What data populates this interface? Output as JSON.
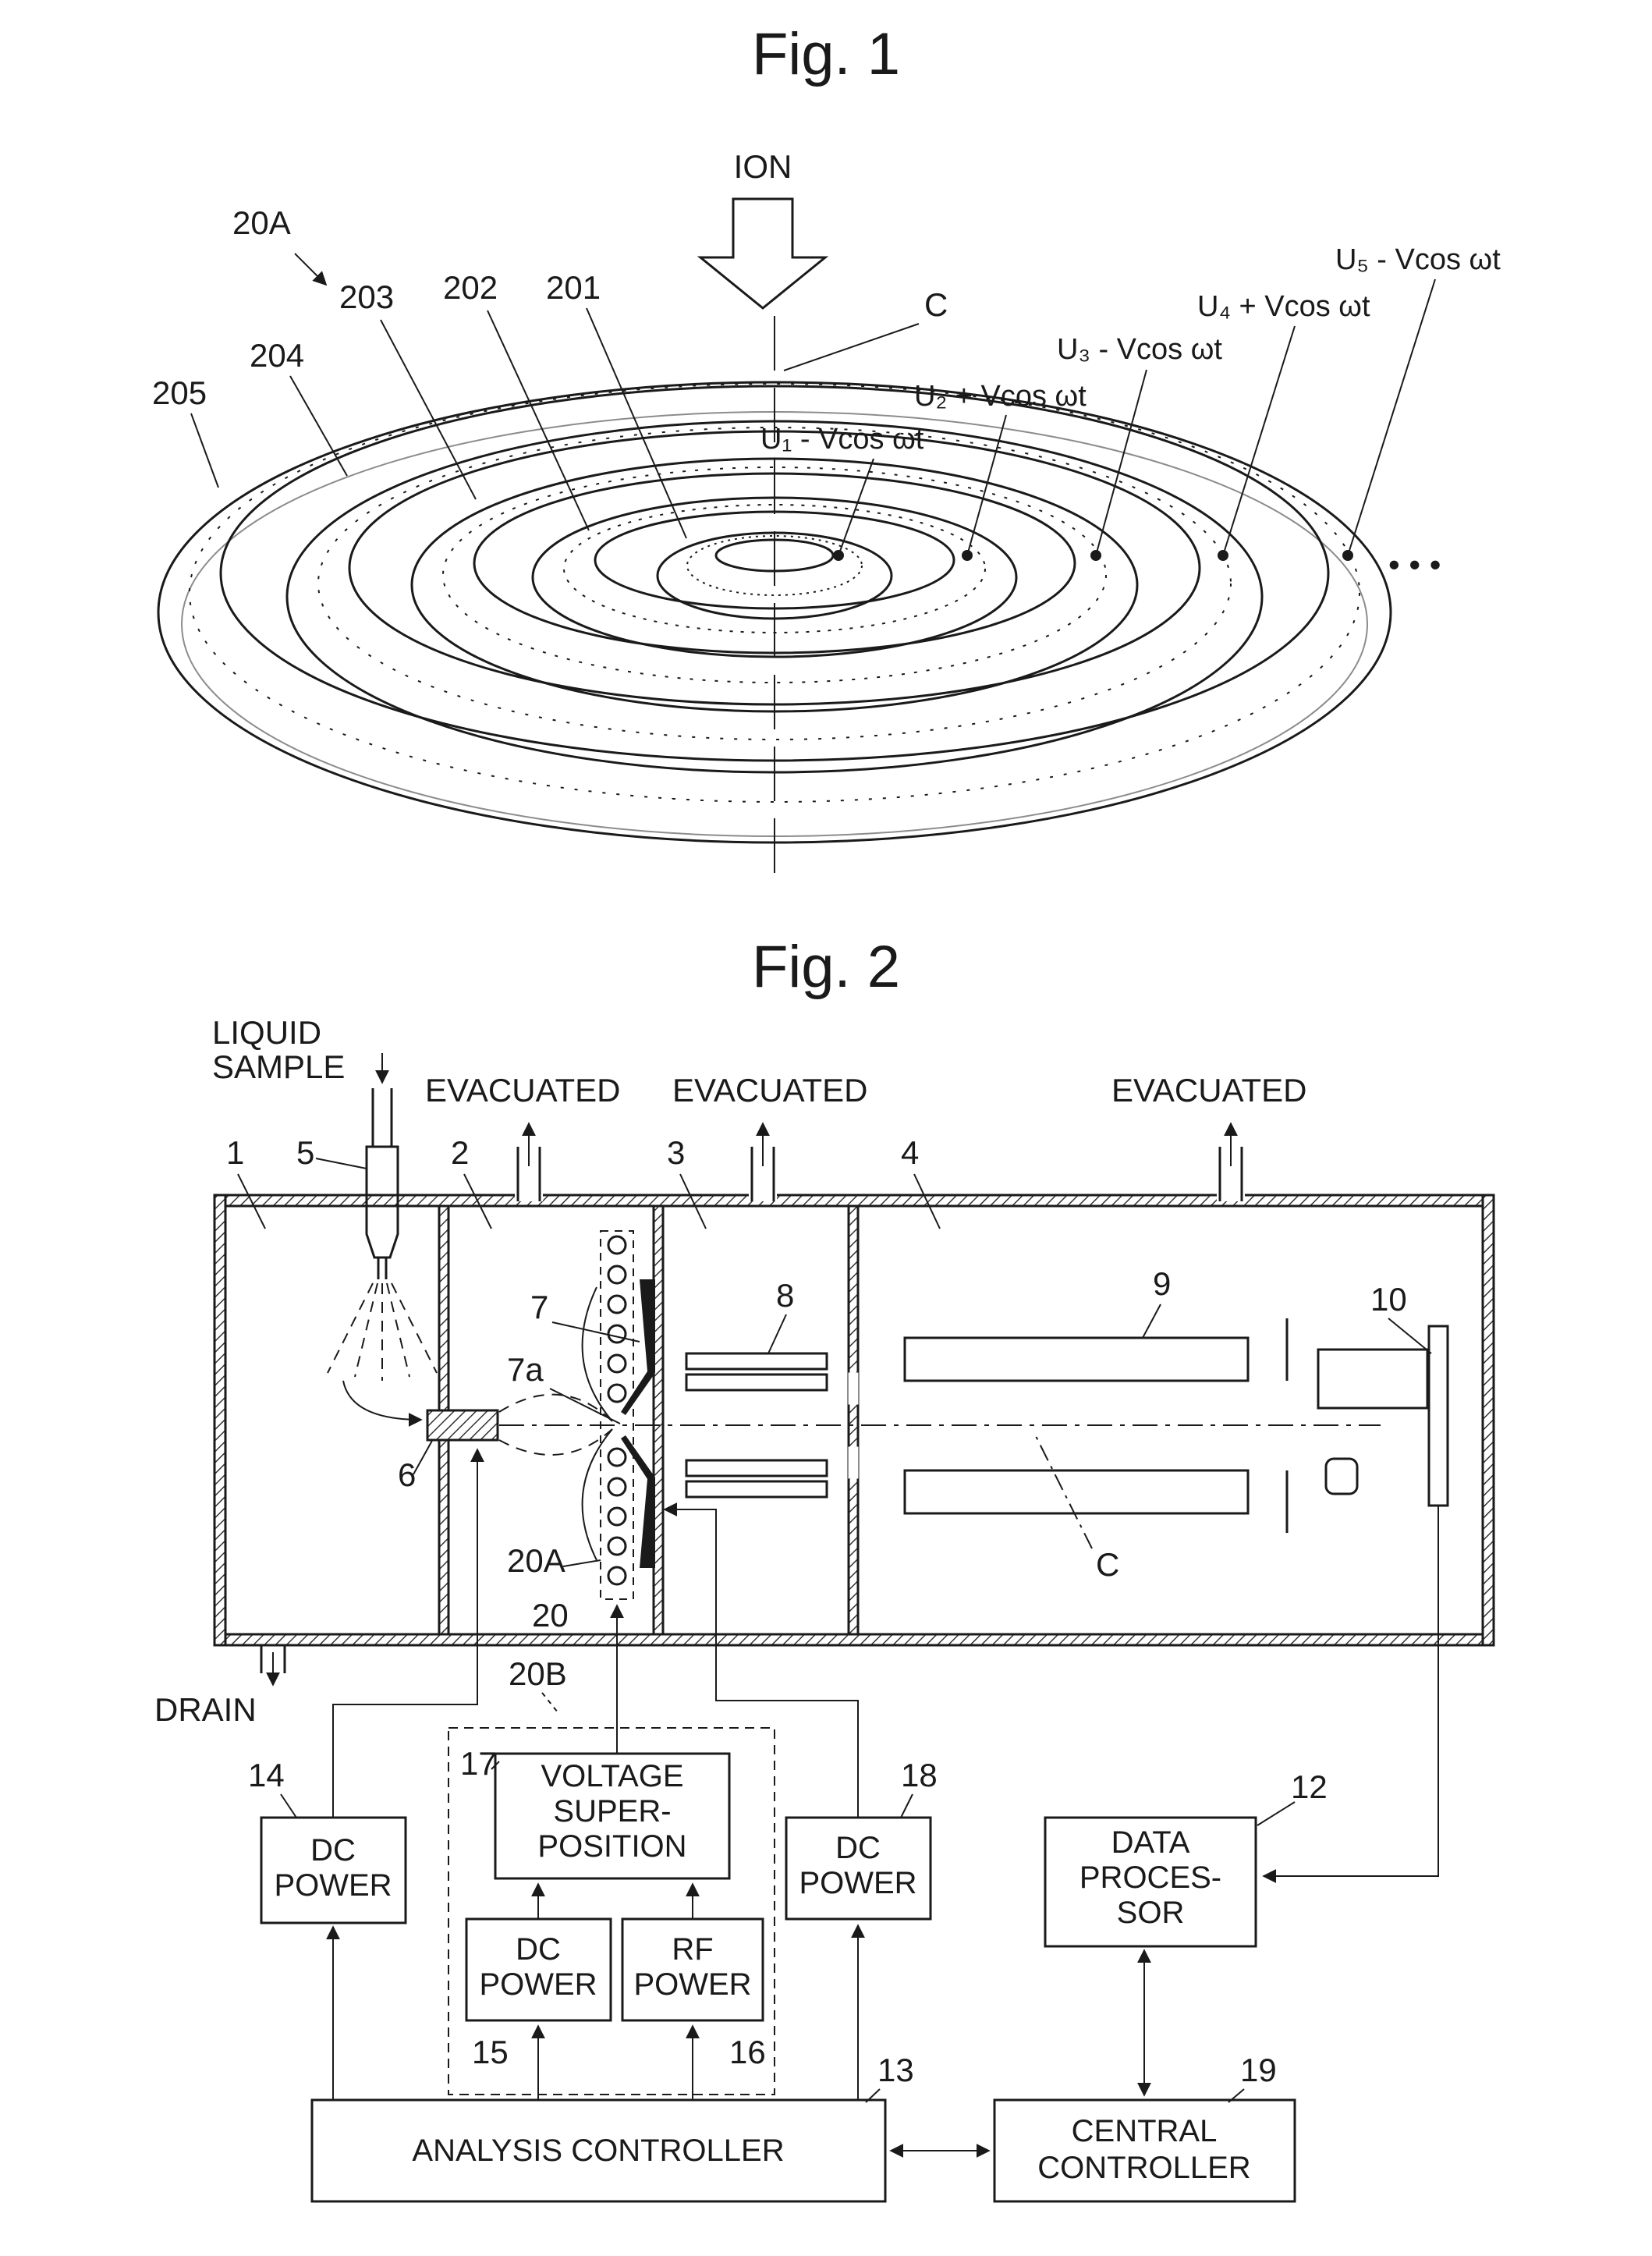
{
  "fig1": {
    "title": "Fig. 1",
    "ion_label": "ION",
    "assembly_label": "20A",
    "axis_label": "C",
    "ellipsis": "• • •",
    "electrodes": [
      {
        "num": "201",
        "formula": "U₁ - Vcos ωt"
      },
      {
        "num": "202",
        "formula": "U₂ + Vcos ωt"
      },
      {
        "num": "203",
        "formula": "U₃ - Vcos ωt"
      },
      {
        "num": "204",
        "formula": "U₄ + Vcos ωt"
      },
      {
        "num": "205",
        "formula": "U₅ - Vcos ωt"
      }
    ]
  },
  "fig2": {
    "title": "Fig. 2",
    "liquid_sample_1": "LIQUID",
    "liquid_sample_2": "SAMPLE",
    "evacuated": "EVACUATED",
    "drain": "DRAIN",
    "axis_label": "C",
    "refs": {
      "r1": "1",
      "r2": "2",
      "r3": "3",
      "r4": "4",
      "r5": "5",
      "r6": "6",
      "r7": "7",
      "r7a": "7a",
      "r8": "8",
      "r9": "9",
      "r10": "10",
      "r12": "12",
      "r13": "13",
      "r14": "14",
      "r15": "15",
      "r16": "16",
      "r17": "17",
      "r18": "18",
      "r19": "19",
      "r20": "20",
      "r20A": "20A",
      "r20B": "20B"
    },
    "boxes": {
      "dc_power_14": [
        "DC",
        "POWER"
      ],
      "voltage_superposition": [
        "VOLTAGE",
        "SUPER-",
        "POSITION"
      ],
      "dc_power_15": [
        "DC",
        "POWER"
      ],
      "rf_power": [
        "RF",
        "POWER"
      ],
      "dc_power_18": [
        "DC",
        "POWER"
      ],
      "data_processor": [
        "DATA",
        "PROCES-",
        "SOR"
      ],
      "analysis_controller": "ANALYSIS CONTROLLER",
      "central_controller": [
        "CENTRAL",
        "CONTROLLER"
      ]
    }
  }
}
